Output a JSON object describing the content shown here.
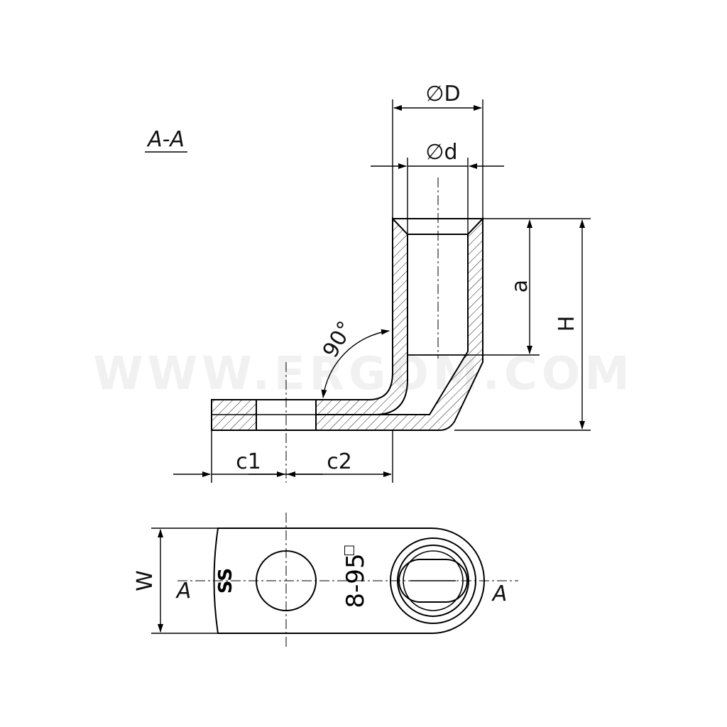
{
  "section_label": "A-A",
  "dimensions": {
    "outer_diameter": "∅D",
    "inner_diameter": "∅d",
    "insertion_depth": "a",
    "height": "H",
    "angle": "90°",
    "c1": "c1",
    "c2": "c2",
    "width": "W"
  },
  "section_marks": {
    "left": "A",
    "right": "A"
  },
  "stamp": {
    "size_text": "8-95",
    "square_mark": "□",
    "brand_mark": "SS"
  },
  "watermark": "WWW.ERGOM.COM"
}
